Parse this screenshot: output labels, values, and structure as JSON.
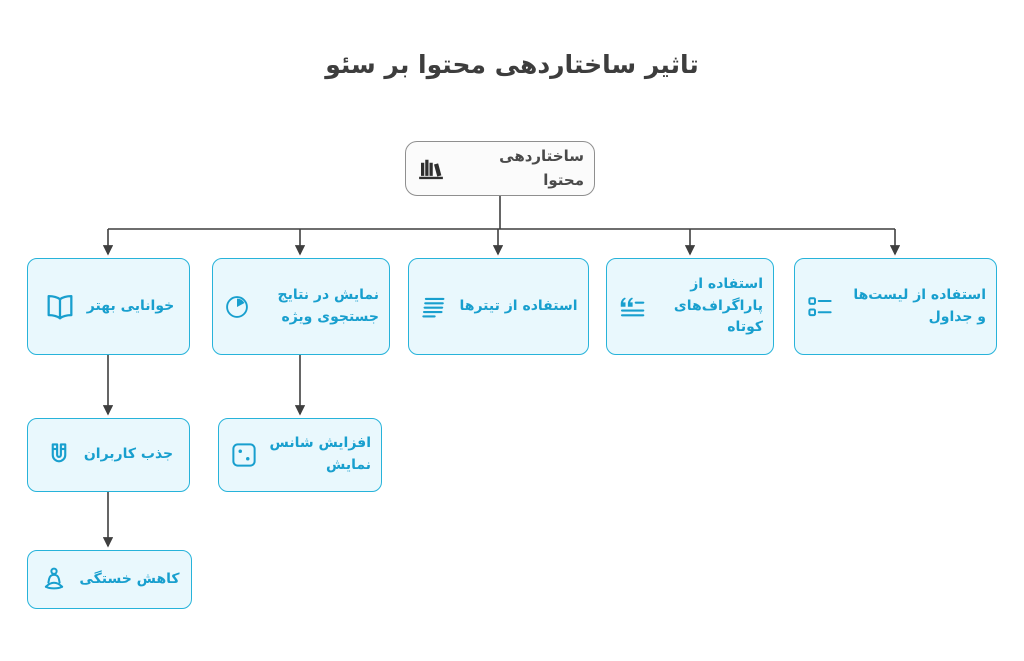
{
  "title": "تاثیر ساختاردهی محتوا بر سئو",
  "colors": {
    "accent": "#189fce",
    "node_border": "#27b3da",
    "node_fill": "#e9f8fd",
    "root_border": "#8f8f8f",
    "root_fill": "#fbfbfb",
    "root_text": "#4a4a4a",
    "arrow": "#3f3f3f",
    "title_text": "#3d3d3d"
  },
  "root": {
    "label": "ساختاردهی محتوا",
    "icon": "bookshelf-icon"
  },
  "nodes": {
    "readability": {
      "label": "خوانایی بهتر",
      "icon": "open-book-icon"
    },
    "featured_results": {
      "label": "نمایش در نتایج جستجوی ویژه",
      "icon": "pie-chart-icon"
    },
    "headings": {
      "label": "استفاده از تیترها",
      "icon": "text-lines-icon"
    },
    "short_paragraphs": {
      "label": "استفاده از پاراگراف‌های کوتاه",
      "icon": "quote-icon"
    },
    "lists_tables": {
      "label": "استفاده از لیست‌ها و جداول",
      "icon": "list-icon"
    },
    "attract_users": {
      "label": "جذب کاربران",
      "icon": "magnet-icon"
    },
    "display_chance": {
      "label": "افزایش شانس نمایش",
      "icon": "dice-icon"
    },
    "reduce_fatigue": {
      "label": "کاهش خستگی",
      "icon": "meditation-icon"
    }
  }
}
